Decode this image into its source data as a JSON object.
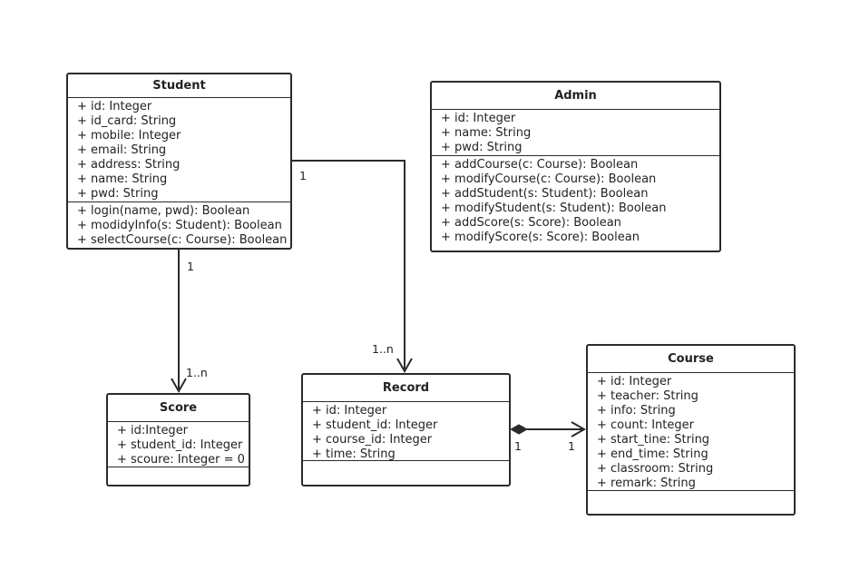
{
  "classes": {
    "student": {
      "name": "Student",
      "attributes": [
        "+ id: Integer",
        "+ id_card: String",
        "+ mobile: Integer",
        "+ email: String",
        "+ address: String",
        "+ name: String",
        "+ pwd: String"
      ],
      "operations": [
        "+ login(name, pwd): Boolean",
        "+ modidyInfo(s: Student): Boolean",
        "+ selectCourse(c: Course): Boolean"
      ]
    },
    "admin": {
      "name": "Admin",
      "attributes": [
        "+ id: Integer",
        "+ name: String",
        "+ pwd: String"
      ],
      "operations": [
        "+ addCourse(c: Course): Boolean",
        "+ modifyCourse(c: Course): Boolean",
        "+ addStudent(s: Student): Boolean",
        "+ modifyStudent(s: Student): Boolean",
        "+ addScore(s: Score): Boolean",
        "+ modifyScore(s: Score): Boolean"
      ]
    },
    "score": {
      "name": "Score",
      "attributes": [
        "+ id:Integer",
        "+ student_id: Integer",
        "+ scoure: Integer = 0"
      ],
      "operations": []
    },
    "record": {
      "name": "Record",
      "attributes": [
        "+ id: Integer",
        "+ student_id: Integer",
        "+ course_id: Integer",
        "+ time: String"
      ],
      "operations": []
    },
    "course": {
      "name": "Course",
      "attributes": [
        "+ id: Integer",
        "+ teacher: String",
        "+ info: String",
        "+ count: Integer",
        "+ start_tine: String",
        "+ end_time: String",
        "+ classroom: String",
        "+ remark: String"
      ],
      "operations": []
    }
  },
  "multiplicities": {
    "student_record_source": "1",
    "student_record_target": "1..n",
    "student_score_source": "1",
    "student_score_target": "1..n",
    "record_course_source": "1",
    "record_course_target": "1"
  },
  "colors": {
    "stroke": "#2b2b2b",
    "background": "#ffffff"
  }
}
